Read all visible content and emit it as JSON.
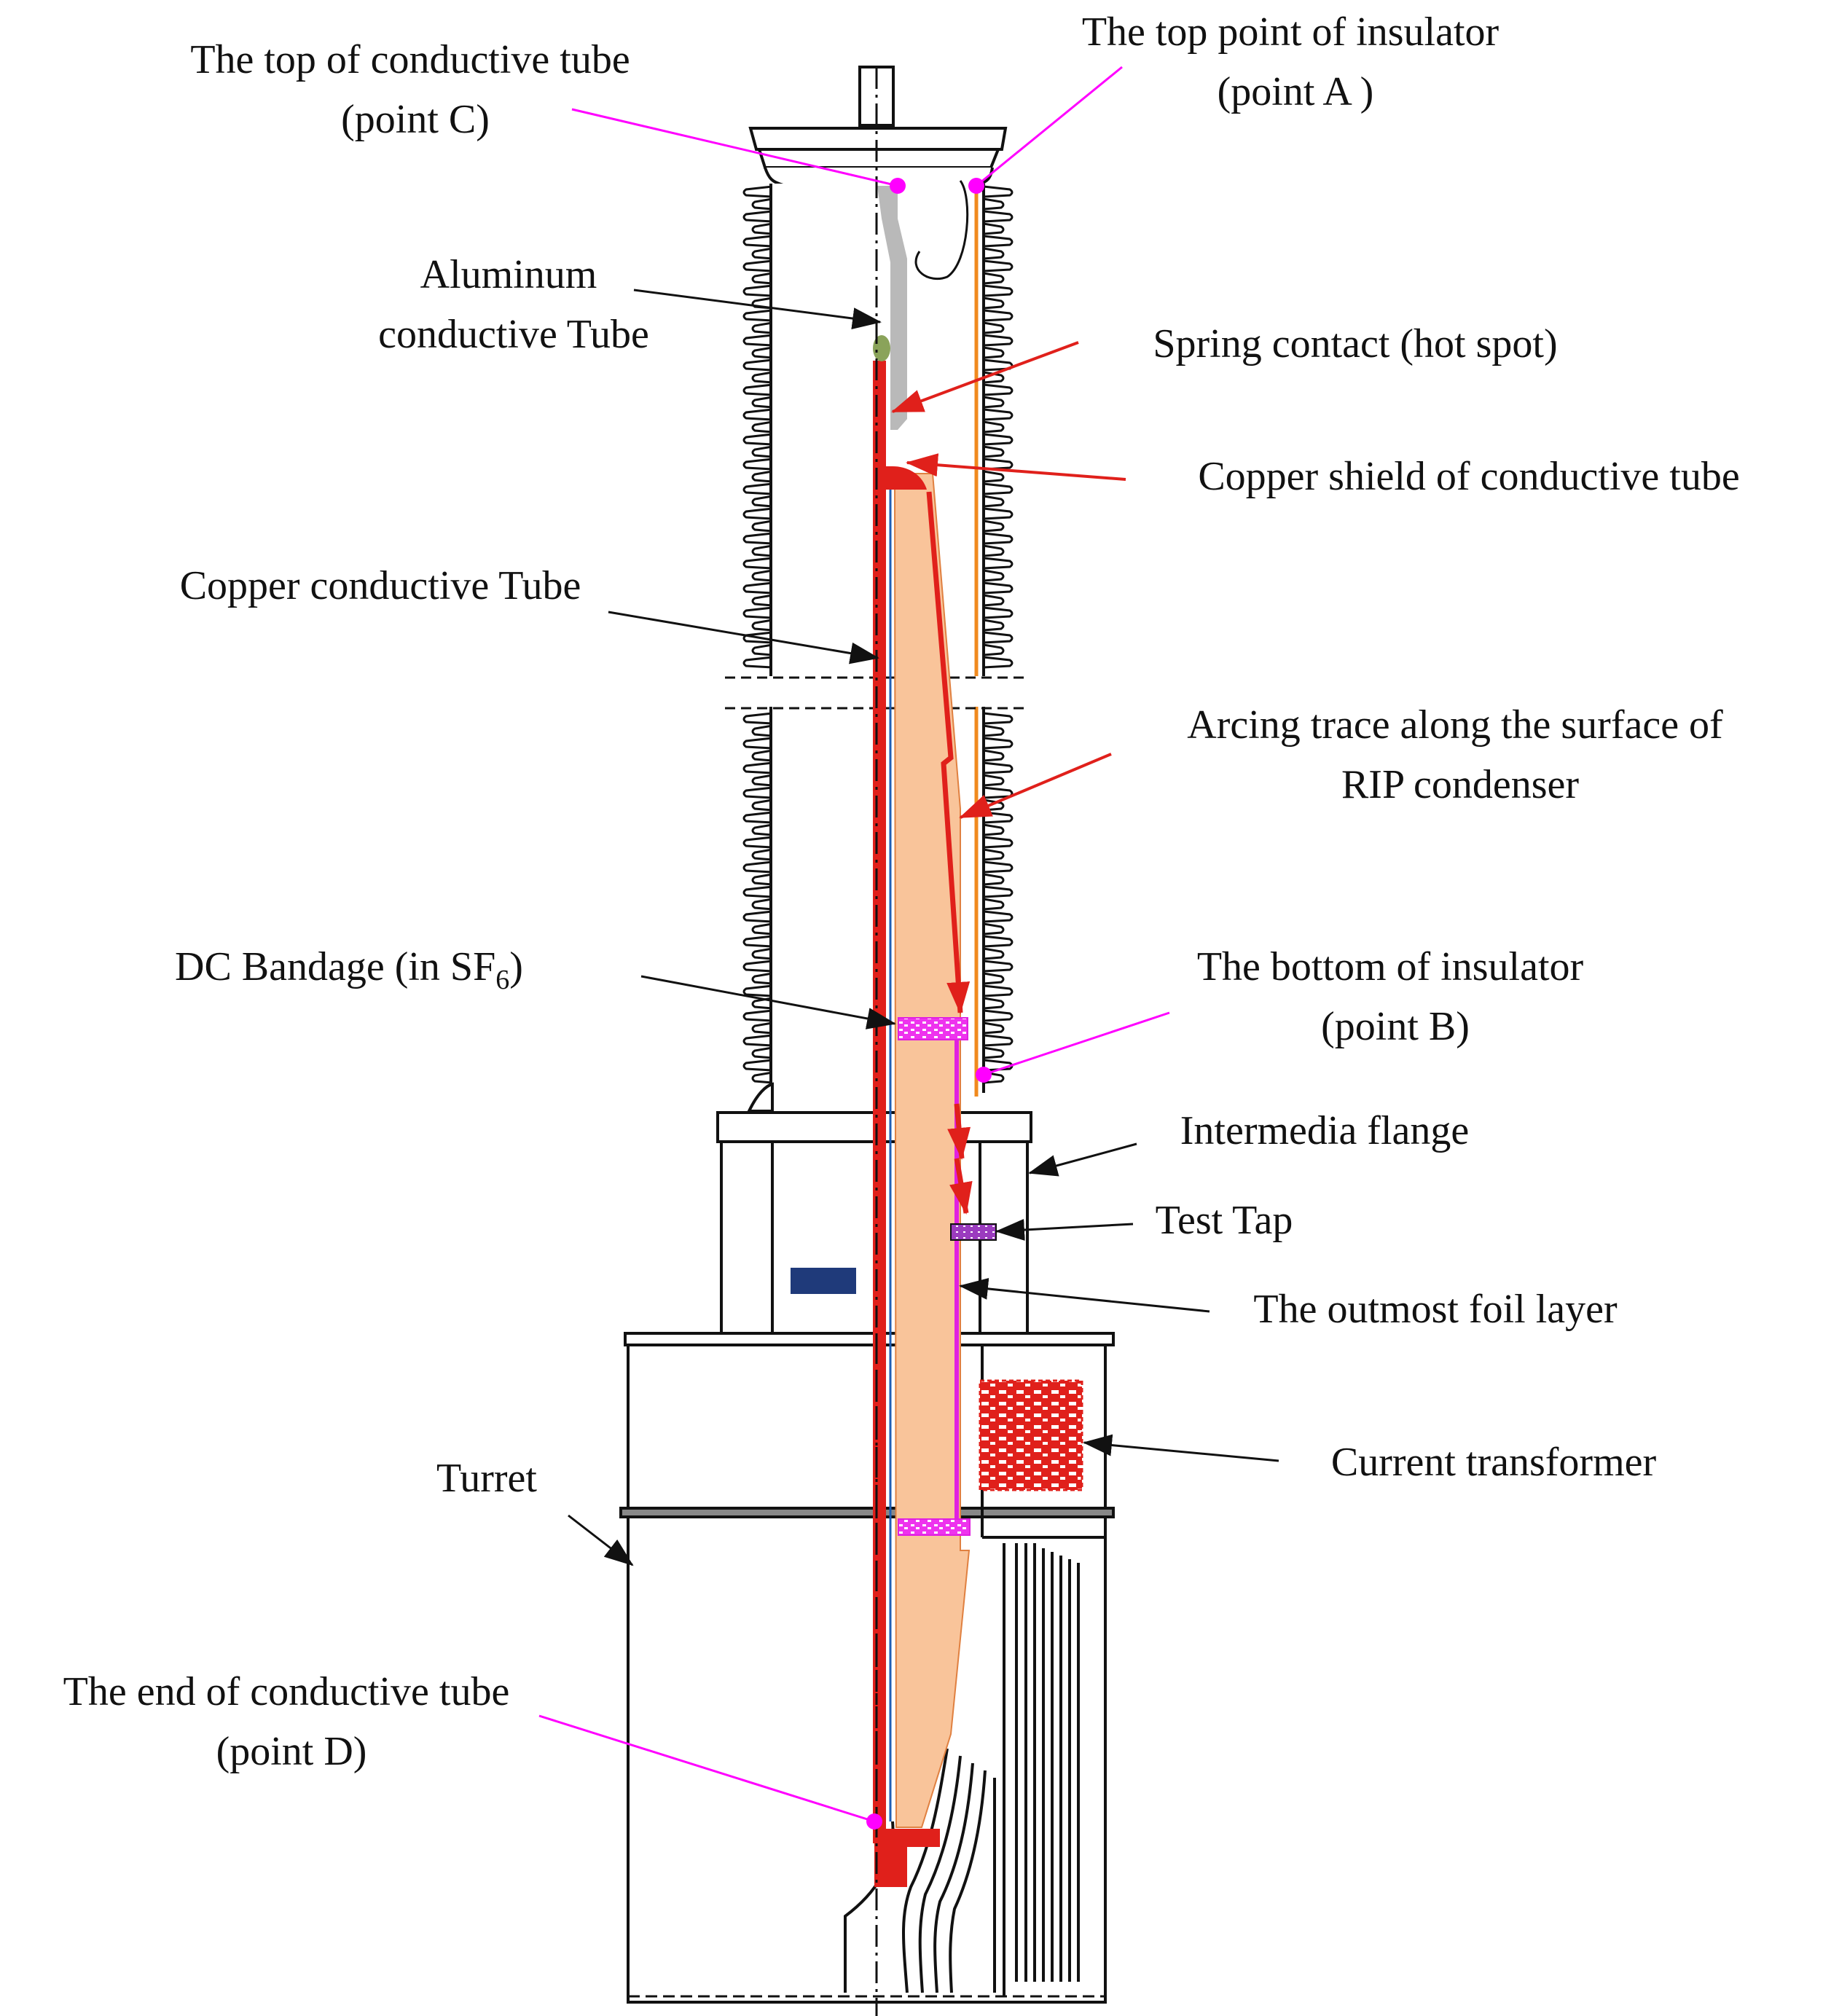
{
  "labels": {
    "point_c": [
      "The top of conductive tube",
      "(point C)"
    ],
    "point_a": [
      "The top point of insulator",
      "(point A )"
    ],
    "aluminum_tube": [
      "Aluminum",
      "conductive Tube"
    ],
    "spring_contact": [
      "Spring contact (hot spot)"
    ],
    "copper_shield": [
      "Copper shield of conductive tube"
    ],
    "copper_tube": [
      "Copper conductive Tube"
    ],
    "arcing_trace": [
      "Arcing trace along the surface of",
      "RIP condenser"
    ],
    "dc_bandage": "DC Bandage (in SF",
    "dc_bandage_sub": "6",
    "dc_bandage_close": ")",
    "point_b": [
      "The bottom of insulator",
      "(point B)"
    ],
    "intermedia_flange": [
      "Intermedia flange"
    ],
    "test_tap": [
      "Test Tap"
    ],
    "outmost_foil": [
      "The outmost foil layer"
    ],
    "current_transformer": [
      "Current transformer"
    ],
    "turret": [
      "Turret"
    ],
    "point_d": [
      "The end of conductive tube",
      "(point D)"
    ]
  },
  "colors": {
    "magenta": "#ff00ff",
    "conductor_red": "#e0201b",
    "rip_condenser": "#f9c49a",
    "aluminum_gray": "#b9b9b9",
    "insulator_orange": "#f08a1e",
    "foil_magenta": "#e020e0",
    "flange_blue": "#1f3a7a",
    "arrow_black": "#111111"
  }
}
